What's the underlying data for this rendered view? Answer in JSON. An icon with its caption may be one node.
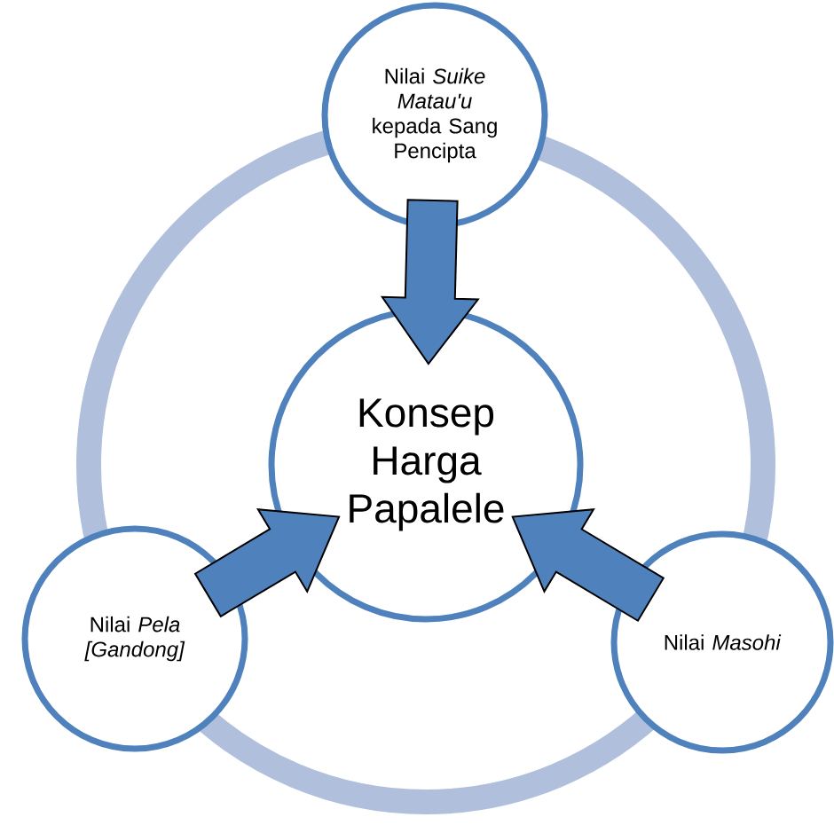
{
  "diagram": {
    "nodes": [
      {
        "text": [
          "Nilai *Suike Matau'u* kepada Sang Pencipta"
        ]
      },
      {
        "text": [
          "Konsep Harga Papalele"
        ]
      },
      {
        "text": [
          "Nilai *Pela [Gandong]*"
        ]
      },
      {
        "text": [
          "Nilai *Masohi*"
        ]
      }
    ],
    "edges": [
      {
        "from": 0,
        "to": 1,
        "arrow": "to"
      },
      {
        "from": 2,
        "to": 1,
        "arrow": "to"
      },
      {
        "from": 3,
        "to": 1,
        "arrow": "to"
      }
    ]
  }
}
